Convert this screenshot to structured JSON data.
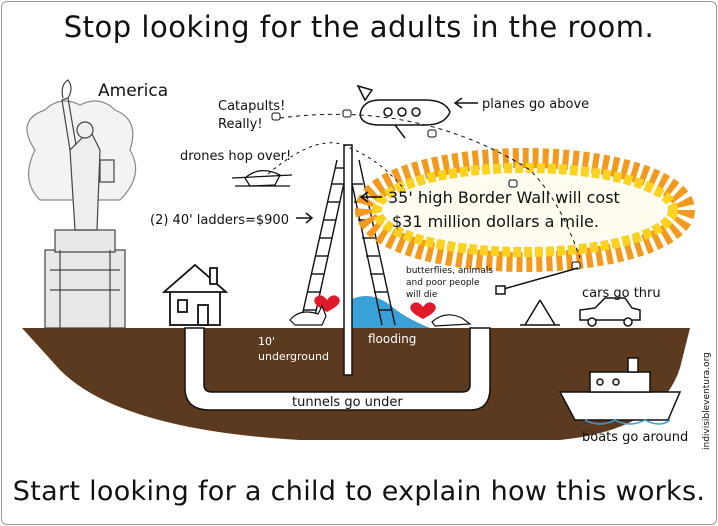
{
  "title": "Stop looking for the adults in the room.",
  "bottom_caption": "Start looking for a child to explain how this works.",
  "labels": {
    "america": "America",
    "catapults_1": "Catapults!",
    "catapults_2": "Really!",
    "planes": "planes go above",
    "drones": "drones hop over!",
    "wall_cost_1": "35' high Border Wall will cost",
    "wall_cost_2": "$31 million dollars a mile.",
    "ladders": "(2) 40' ladders=$900",
    "butterflies_1": "butterflies, animals",
    "butterflies_2": "and poor people",
    "butterflies_3": "will die",
    "cars": "cars go thru",
    "underground_1": "10'",
    "underground_2": "underground",
    "flooding": "flooding",
    "tunnels": "tunnels go under",
    "boats": "boats go around",
    "credit": "indivisibleventura.org"
  },
  "colors": {
    "ground": "#5b3a1f",
    "water": "#3aa0d8",
    "glow_outer": "#f39a1e",
    "glow_mid": "#ffd21f",
    "heart": "#e0192a"
  }
}
